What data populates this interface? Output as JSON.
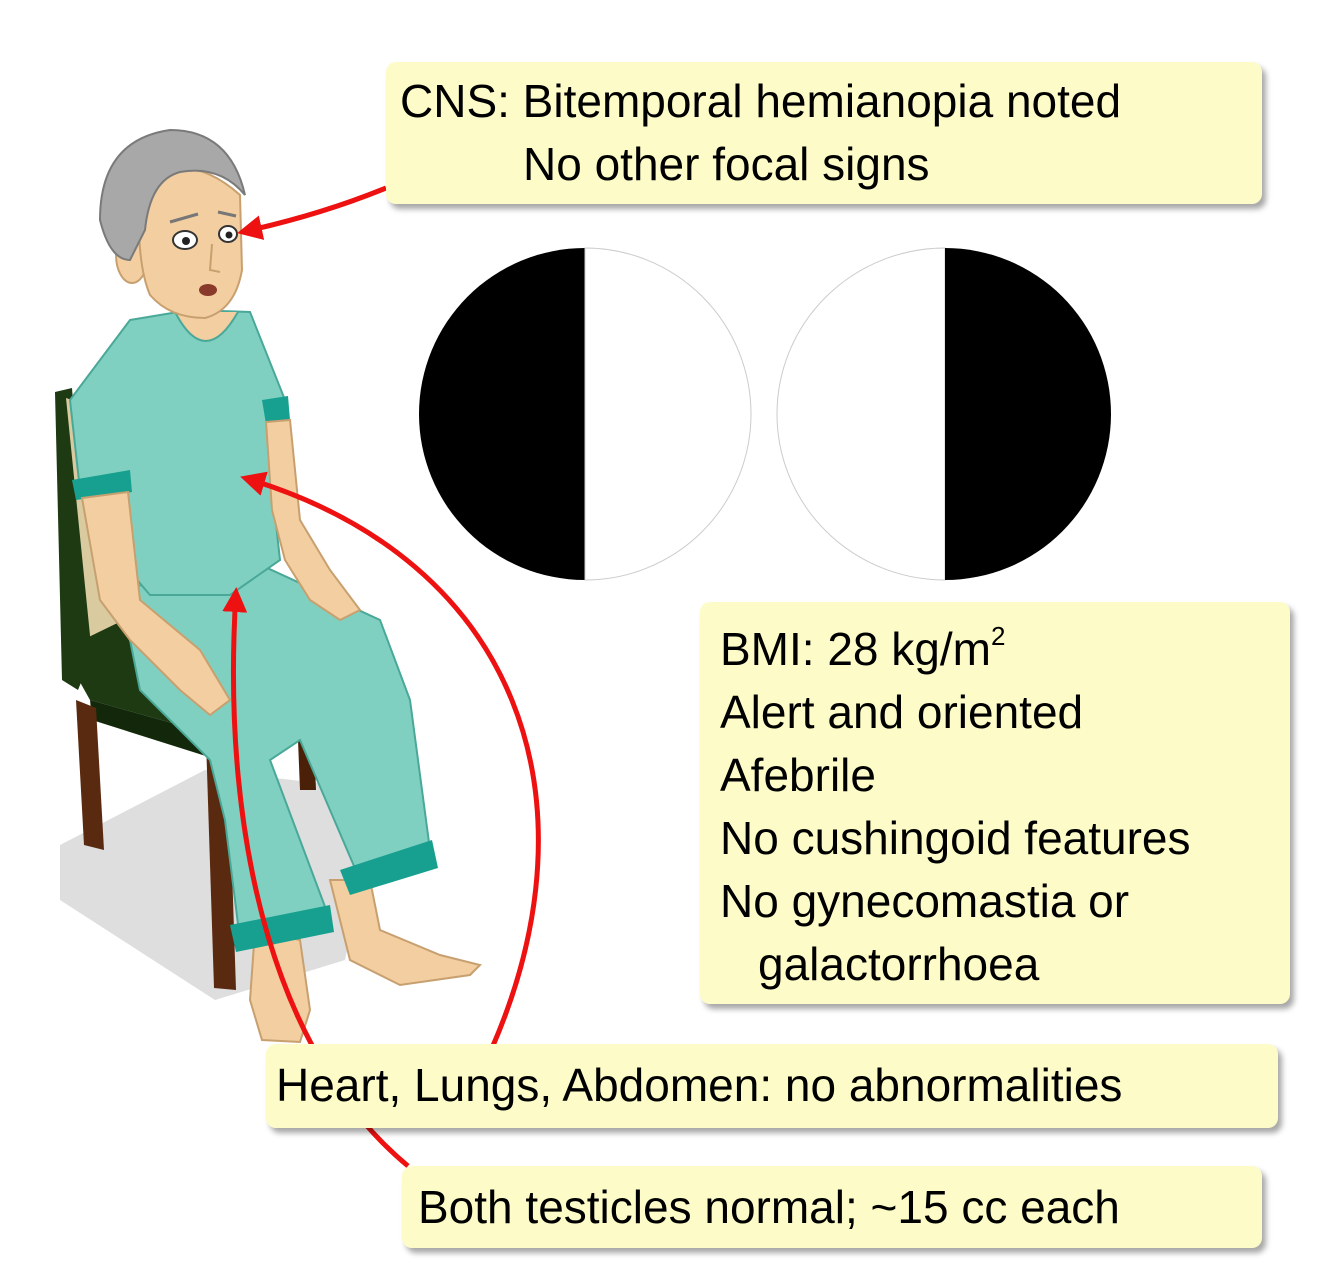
{
  "notes": {
    "cns": {
      "line1": "CNS: Bitemporal hemianopia noted",
      "line2": "No other focal signs"
    },
    "exam": {
      "bmi_prefix": "BMI: 28 kg/m",
      "bmi_sup": "2",
      "line2": "Alert and oriented",
      "line3": "Afebrile",
      "line4": "No cushingoid features",
      "line5": "No gynecomastia or",
      "line6": "galactorrhoea"
    },
    "heart": "Heart, Lungs, Abdomen: no abnormalities",
    "testes": "Both testicles normal; ~15 cc each"
  },
  "visual_fields": {
    "left_eye_blind_half": "left",
    "right_eye_blind_half": "right"
  },
  "colors": {
    "callout_fill": "#fdfcc8",
    "arrow": "#ee1111",
    "gown": "#7fd0c1",
    "gown_trim": "#17a08f",
    "skin": "#f2ceA0",
    "hair": "#a8a8a8",
    "chair": "#1d3a12",
    "chair_legs": "#5a2a10",
    "field_blind": "#000000",
    "field_seen": "#ffffff"
  }
}
